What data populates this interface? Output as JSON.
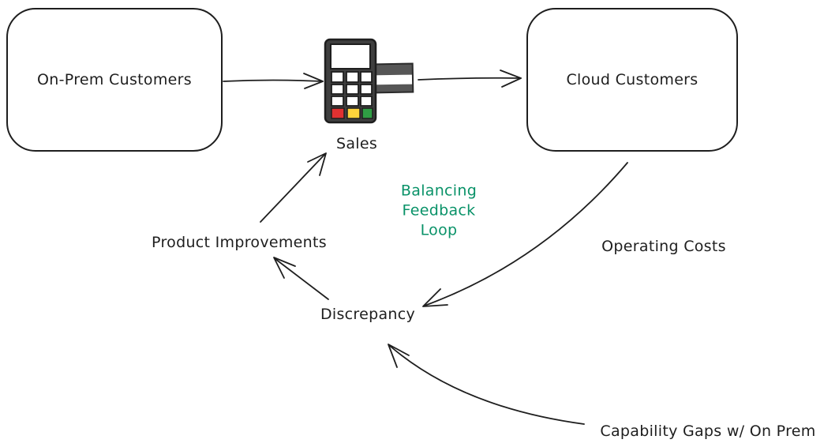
{
  "diagram": {
    "nodes": {
      "on_prem": {
        "label": "On-Prem Customers"
      },
      "cloud": {
        "label": "Cloud Customers"
      },
      "sales": {
        "label": "Sales"
      },
      "product_improvements": {
        "label": "Product Improvements"
      },
      "discrepancy": {
        "label": "Discrepancy"
      },
      "operating_costs": {
        "label": "Operating Costs"
      },
      "capability_gaps": {
        "label": "Capability Gaps w/ On Prem"
      }
    },
    "loop_label": {
      "lines": [
        "Balancing",
        "Feedback",
        "Loop"
      ]
    },
    "edges": [
      {
        "from": "On-Prem Customers",
        "to": "Sales",
        "style": "straight"
      },
      {
        "from": "Sales",
        "to": "Cloud Customers",
        "style": "straight"
      },
      {
        "from": "Cloud Customers",
        "to": "Discrepancy",
        "style": "curved",
        "label": "Operating Costs"
      },
      {
        "from": "Discrepancy",
        "to": "Product Improvements",
        "style": "straight"
      },
      {
        "from": "Product Improvements",
        "to": "Sales",
        "style": "straight"
      },
      {
        "from": "Capability Gaps w/ On Prem",
        "to": "Discrepancy",
        "style": "curved"
      }
    ],
    "icons": {
      "sales": "payment-terminal-icon"
    },
    "colors": {
      "stroke": "#1e1e1e",
      "loop_text": "#099268",
      "terminal_body": "#3f3f3f",
      "terminal_screen": "#ffffff",
      "key_white": "#ffffff",
      "key_red": "#e03131",
      "key_yellow": "#ffd43b",
      "key_green": "#2f9e44",
      "card": "#565656",
      "card_stripe": "#ffffff",
      "background": "#ffffff"
    }
  }
}
